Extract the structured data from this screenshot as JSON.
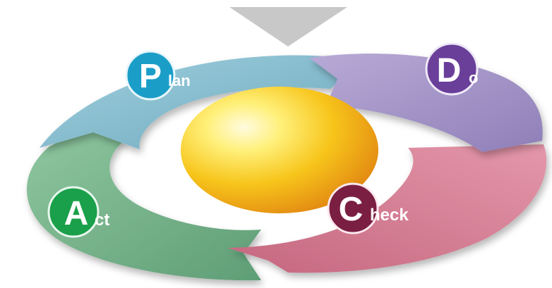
{
  "cycle": {
    "plan": {
      "initial": "P",
      "rest": "lan"
    },
    "do": {
      "initial": "D",
      "rest": "o"
    },
    "check": {
      "initial": "C",
      "rest": "heck"
    },
    "act": {
      "initial": "A",
      "rest": "ct"
    }
  },
  "colors": {
    "plan_segment": "#8ec2d2",
    "plan_badge": "#1a9ec8",
    "do_segment": "#a99ac8",
    "do_badge": "#6a3f9a",
    "check_segment": "#d87f95",
    "check_badge": "#7a1f42",
    "act_segment": "#78b88e",
    "act_badge": "#1aa04a",
    "center_sphere": "#f5c21a",
    "input_arrow": "#c8c8c8"
  }
}
